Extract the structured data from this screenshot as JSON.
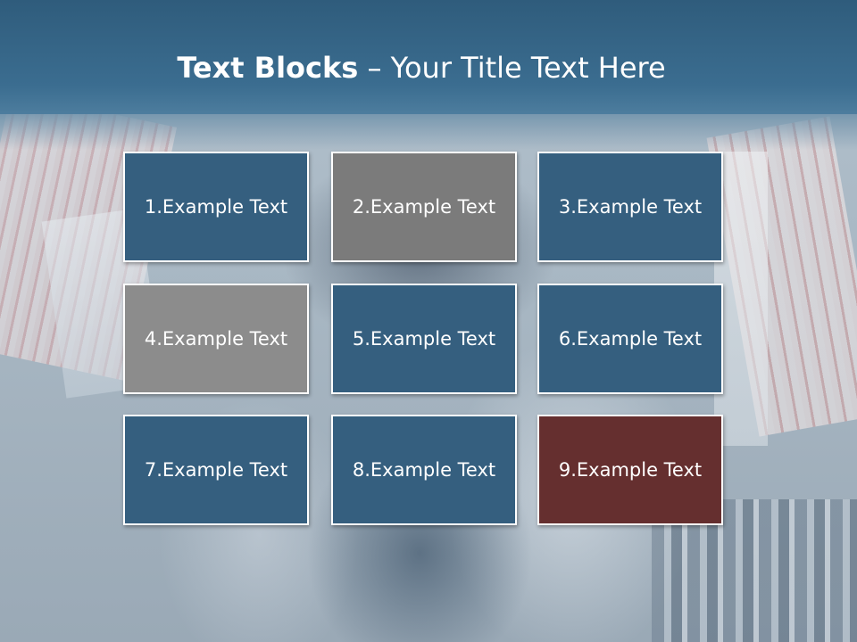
{
  "title": {
    "bold": "Text Blocks",
    "separator": " – ",
    "rest": "Your Title Text Here"
  },
  "blocks": [
    {
      "label": "1.Example Text",
      "color": "#355f7f"
    },
    {
      "label": "2.Example Text",
      "color": "#7b7b7b"
    },
    {
      "label": "3.Example Text",
      "color": "#355f7f"
    },
    {
      "label": "4.Example Text",
      "color": "#8c8c8c"
    },
    {
      "label": "5.Example Text",
      "color": "#355f7f"
    },
    {
      "label": "6.Example Text",
      "color": "#355f7f"
    },
    {
      "label": "7.Example Text",
      "color": "#355f7f"
    },
    {
      "label": "8.Example Text",
      "color": "#355f7f"
    },
    {
      "label": "9.Example Text",
      "color": "#652f2f"
    }
  ],
  "colors": {
    "header": "#3b6d90",
    "accent_blue": "#355f7f",
    "accent_gray": "#7b7b7b",
    "accent_red": "#652f2f"
  }
}
